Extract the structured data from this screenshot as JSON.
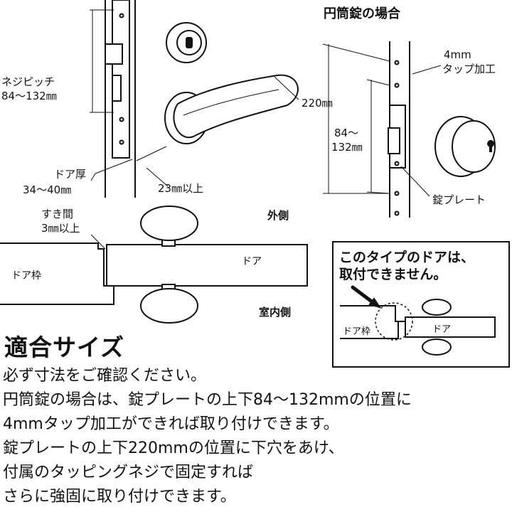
{
  "diagram": {
    "cylinder_title": "円筒錠の場合",
    "screw_pitch_label": "ネジピッチ",
    "screw_pitch_range": "84〜132㎜",
    "door_thickness_label": "ドア厚",
    "door_thickness_range": "34〜40㎜",
    "offset_label": "23㎜以上",
    "height_label": "220㎜",
    "tap_size": "4mm",
    "tap_label": "タップ加工",
    "plate_range_1": "84〜",
    "plate_range_2": "132㎜",
    "lock_plate_label": "錠プレート",
    "gap_label": "すき間",
    "gap_value": "3㎜以上",
    "outside_label": "外側",
    "door_label": "ドア",
    "frame_label": "ドア枠",
    "inside_label": "室内側",
    "warning_line1": "このタイプのドアは、",
    "warning_line2": "取付できません。",
    "mini_door_label": "ドア",
    "mini_frame_label": "ドア枠"
  },
  "section": {
    "heading": "適合サイズ",
    "lines": [
      "必ず寸法をご確認ください。",
      "円筒錠の場合は、錠プレートの上下84〜132mmの位置に",
      "4mmタップ加工ができれば取り付けできます。",
      "錠プレートの上下220mmの位置に下穴をあけ、",
      "付属のタッピングネジで固定すれば",
      "さらに強固に取り付けできます。"
    ]
  }
}
